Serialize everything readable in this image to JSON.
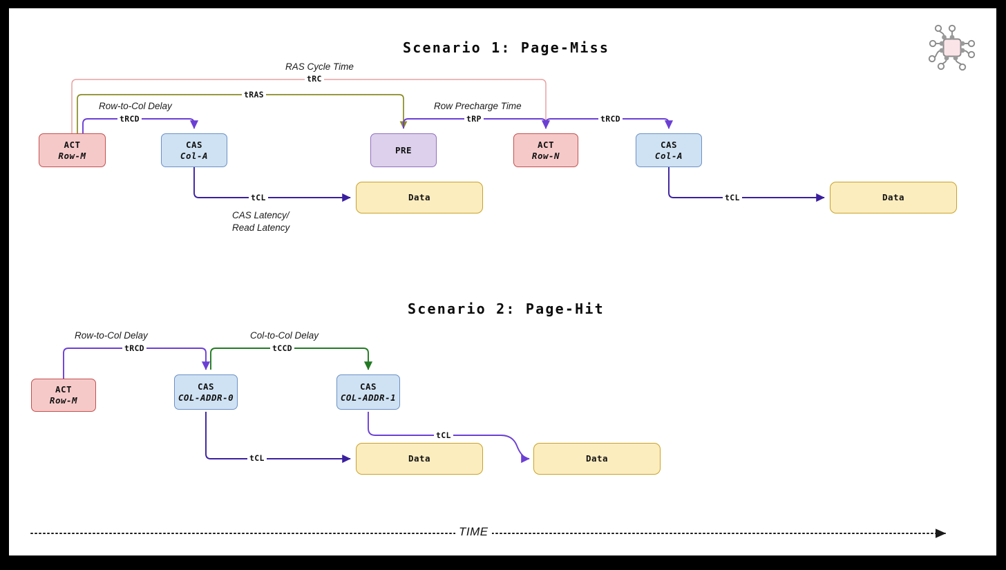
{
  "page": {
    "background": "#ffffff",
    "frame_color": "#000000"
  },
  "logo": {
    "name": "memory-chip-icon",
    "body_fill": "#fbe4e8",
    "stroke": "#8a8a8a"
  },
  "colors": {
    "act_fill": "#f6c9c9",
    "act_border": "#c0504d",
    "cas_fill": "#cfe2f3",
    "cas_border": "#6a8fc4",
    "pre_fill": "#ddd0ec",
    "pre_border": "#8e6fbd",
    "data_fill": "#fcedbf",
    "data_border": "#c9a227",
    "edge_purple": "#4a1fb8",
    "edge_violet": "#6b3fd4",
    "edge_pink": "#e8a0a0",
    "edge_olive": "#8a8a24",
    "edge_green": "#227a22",
    "time_axis": "#1a1a1a"
  },
  "scenarios": [
    {
      "id": "page-miss",
      "title": "Scenario 1: Page-Miss",
      "nodes": [
        {
          "id": "s1-act-m",
          "type": "act",
          "line1": "ACT",
          "line2": "Row-M"
        },
        {
          "id": "s1-cas-a1",
          "type": "cas",
          "line1": "CAS",
          "line2": "Col-A"
        },
        {
          "id": "s1-pre",
          "type": "pre",
          "line1": "PRE",
          "line2": ""
        },
        {
          "id": "s1-act-n",
          "type": "act",
          "line1": "ACT",
          "line2": "Row-N"
        },
        {
          "id": "s1-cas-a2",
          "type": "cas",
          "line1": "CAS",
          "line2": "Col-A"
        },
        {
          "id": "s1-data-1",
          "type": "data",
          "line1": "Data",
          "line2": ""
        },
        {
          "id": "s1-data-2",
          "type": "data",
          "line1": "Data",
          "line2": ""
        }
      ],
      "edges": [
        {
          "id": "s1-trc",
          "label": "tRC",
          "from": "s1-act-m",
          "to": "s1-act-n",
          "color": "#e8a0a0"
        },
        {
          "id": "s1-tras",
          "label": "tRAS",
          "from": "s1-act-m",
          "to": "s1-pre",
          "color": "#8a8a24"
        },
        {
          "id": "s1-trcd1",
          "label": "tRCD",
          "from": "s1-act-m",
          "to": "s1-cas-a1",
          "color": "#6b3fd4"
        },
        {
          "id": "s1-tcl1",
          "label": "tCL",
          "from": "s1-cas-a1",
          "to": "s1-data-1",
          "color": "#3a1f9e"
        },
        {
          "id": "s1-trp",
          "label": "tRP",
          "from": "s1-pre",
          "to": "s1-act-n",
          "color": "#6b3fd4"
        },
        {
          "id": "s1-trcd2",
          "label": "tRCD",
          "from": "s1-act-n",
          "to": "s1-cas-a2",
          "color": "#6b3fd4"
        },
        {
          "id": "s1-tcl2",
          "label": "tCL",
          "from": "s1-cas-a2",
          "to": "s1-data-2",
          "color": "#3a1f9e"
        }
      ],
      "annotations": [
        {
          "id": "ann-ras-cycle",
          "text": "RAS Cycle Time"
        },
        {
          "id": "ann-row-to-col",
          "text": "Row-to-Col Delay"
        },
        {
          "id": "ann-row-precharge",
          "text": "Row Precharge Time"
        },
        {
          "id": "ann-cas-latency-1",
          "text": "CAS Latency/"
        },
        {
          "id": "ann-cas-latency-2",
          "text": "Read Latency"
        }
      ]
    },
    {
      "id": "page-hit",
      "title": "Scenario 2: Page-Hit",
      "nodes": [
        {
          "id": "s2-act-m",
          "type": "act",
          "line1": "ACT",
          "line2": "Row-M"
        },
        {
          "id": "s2-cas-0",
          "type": "cas",
          "line1": "CAS",
          "line2": "COL-ADDR-0"
        },
        {
          "id": "s2-cas-1",
          "type": "cas",
          "line1": "CAS",
          "line2": "COL-ADDR-1"
        },
        {
          "id": "s2-data-1",
          "type": "data",
          "line1": "Data",
          "line2": ""
        },
        {
          "id": "s2-data-2",
          "type": "data",
          "line1": "Data",
          "line2": ""
        }
      ],
      "edges": [
        {
          "id": "s2-trcd",
          "label": "tRCD",
          "from": "s2-act-m",
          "to": "s2-cas-0",
          "color": "#6b3fd4"
        },
        {
          "id": "s2-tccd",
          "label": "tCCD",
          "from": "s2-cas-0",
          "to": "s2-cas-1",
          "color": "#227a22"
        },
        {
          "id": "s2-tcl1",
          "label": "tCL",
          "from": "s2-cas-0",
          "to": "s2-data-1",
          "color": "#3a1f9e"
        },
        {
          "id": "s2-tcl2",
          "label": "tCL",
          "from": "s2-cas-1",
          "to": "s2-data-2",
          "color": "#6b3fd4"
        }
      ],
      "annotations": [
        {
          "id": "ann-row-to-col-2",
          "text": "Row-to-Col Delay"
        },
        {
          "id": "ann-col-to-col",
          "text": "Col-to-Col Delay"
        }
      ]
    }
  ],
  "time_axis": {
    "label": "TIME",
    "style": "dotted-arrow-right"
  }
}
